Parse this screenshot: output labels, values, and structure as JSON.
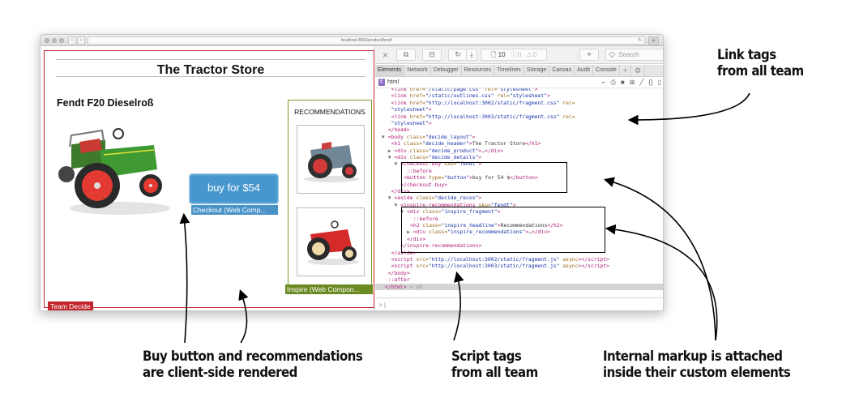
{
  "browser": {
    "url": "localhost:3001/product/fendt",
    "nav_back": "‹",
    "nav_forward": "›",
    "reload_icon": "↻",
    "new_tab_icon": "+"
  },
  "page": {
    "store_title": "The Tractor Store",
    "product_name": "Fendt F20 Dieselroß",
    "buy_button": "buy for $54",
    "checkout_tag": "Checkout (Web Comp...",
    "recommendations_title": "RECOMMENDATIONS",
    "inspire_tag": "Inspire (Web Compon...",
    "team_tag": "Team Decide",
    "colors": {
      "team_decide": "#c0272d",
      "team_checkout": "#4797ce",
      "team_inspire": "#6a8a22"
    },
    "recommendations": [
      {
        "name": "gray-tractor",
        "color": "#6f8796",
        "wheel": "#d33a3a"
      },
      {
        "name": "red-tractor",
        "color": "#d42a2a",
        "wheel": "#f0d9a8"
      }
    ]
  },
  "devtools": {
    "toolbar": {
      "close_icon": "×",
      "resources_count": "10",
      "errors_count": "0",
      "warnings_count": "0",
      "search_placeholder": "Search"
    },
    "tabs": [
      "Elements",
      "Network",
      "Debugger",
      "Resources",
      "Timelines",
      "Storage",
      "Canvas",
      "Audit",
      "Console"
    ],
    "active_tab": "Elements",
    "breadcrumb": "html",
    "console_prompt": ">",
    "dom_lines": [
      {
        "indent": 4,
        "html": "<span class='tag'>&lt;link</span> <span class='attr'>href=</span><span class='val'>\"/static/page.css\"</span> <span class='attr'>rel=</span><span class='val'>\"stylesheet\"</span><span class='tag'>&gt;</span>"
      },
      {
        "indent": 4,
        "html": "<span class='tag'>&lt;link</span> <span class='attr'>href=</span><span class='val'>\"/static/outlines.css\"</span> <span class='attr'>rel=</span><span class='val'>\"stylesheet\"</span><span class='tag'>&gt;</span>"
      },
      {
        "indent": 4,
        "html": "<span class='tag'>&lt;link</span> <span class='attr'>href=</span><span class='val'>\"http://localhost:3002/static/fragment.css\"</span> <span class='attr'>rel=</span>"
      },
      {
        "indent": 4,
        "html": "<span class='val'>\"stylesheet\"</span><span class='tag'>&gt;</span>"
      },
      {
        "indent": 4,
        "html": "<span class='tag'>&lt;link</span> <span class='attr'>href=</span><span class='val'>\"http://localhost:3003/static/fragment.css\"</span> <span class='attr'>rel=</span>"
      },
      {
        "indent": 4,
        "html": "<span class='val'>\"stylesheet\"</span><span class='tag'>&gt;</span>"
      },
      {
        "indent": 3,
        "html": "<span class='tag'>&lt;/head&gt;</span>"
      },
      {
        "indent": 1,
        "html": "<span class='arrow-tri'>▼ </span><span class='tag'>&lt;body</span> <span class='attr'>class=</span><span class='val'>\"decide_layout\"</span><span class='tag'>&gt;</span>"
      },
      {
        "indent": 4,
        "html": "<span class='tag'>&lt;h1</span> <span class='attr'>class=</span><span class='val'>\"decide_header\"</span><span class='tag'>&gt;</span>The Tractor Store<span class='tag'>&lt;/h1&gt;</span>"
      },
      {
        "indent": 3,
        "html": "<span class='arrow-tri'>▶ </span><span class='tag'>&lt;div</span> <span class='attr'>class=</span><span class='val'>\"decide_product\"</span><span class='tag'>&gt;</span>…<span class='tag'>&lt;/div&gt;</span>"
      },
      {
        "indent": 3,
        "html": "<span class='arrow-tri'>▼ </span><span class='tag'>&lt;div</span> <span class='attr'>class=</span><span class='val'>\"decide_details\"</span><span class='tag'>&gt;</span>"
      },
      {
        "indent": 5,
        "html": "<span class='arrow-tri'>▼ </span><span class='tag'>&lt;checkout-buy</span> <span class='attr'>sku=</span><span class='val'>\"fendt\"</span><span class='tag'>&gt;</span>"
      },
      {
        "indent": 9,
        "html": "<span class='pse'>::before</span>"
      },
      {
        "indent": 8,
        "html": "<span class='tag'>&lt;button</span> <span class='attr'>type=</span><span class='val'>\"button\"</span><span class='tag'>&gt;</span>buy for 54 $<span class='tag'>&lt;/button&gt;</span>"
      },
      {
        "indent": 7,
        "html": "<span class='tag'>&lt;/checkout-buy&gt;</span>"
      },
      {
        "indent": 4,
        "html": "<span class='tag'>&lt;/div&gt;</span>"
      },
      {
        "indent": 3,
        "html": "<span class='arrow-tri'>▼ </span><span class='tag'>&lt;aside</span> <span class='attr'>class=</span><span class='val'>\"decide_recos\"</span><span class='tag'>&gt;</span>"
      },
      {
        "indent": 5,
        "html": "<span class='arrow-tri'>▼ </span><span class='tag'>&lt;inspire-recommendations</span> <span class='attr'>sku=</span><span class='val'>\"fendt\"</span><span class='tag'>&gt;</span>"
      },
      {
        "indent": 7,
        "html": "<span class='arrow-tri'>▼ </span><span class='tag'>&lt;div</span> <span class='attr'>class=</span><span class='val'>\"inspire_fragment\"</span><span class='tag'>&gt;</span>"
      },
      {
        "indent": 11,
        "html": "<span class='pse'>::before</span>"
      },
      {
        "indent": 10,
        "html": "<span class='tag'>&lt;h2</span> <span class='attr'>class=</span><span class='val'>\"inspire_headline\"</span><span class='tag'>&gt;</span>Recommendations<span class='tag'>&lt;/h2&gt;</span>"
      },
      {
        "indent": 9,
        "html": "<span class='arrow-tri'>▶ </span><span class='tag'>&lt;div</span> <span class='attr'>class=</span><span class='val'>\"inspire_recommendations\"</span><span class='tag'>&gt;</span>…<span class='tag'>&lt;/div&gt;</span>"
      },
      {
        "indent": 9,
        "html": "<span class='tag'>&lt;/div&gt;</span>"
      },
      {
        "indent": 7,
        "html": "<span class='tag'>&lt;/inspire-recommendations&gt;</span>"
      },
      {
        "indent": 4,
        "html": "<span class='tag'>&lt;/aside&gt;</span>"
      },
      {
        "indent": 4,
        "html": "<span class='tag'>&lt;script</span> <span class='attr'>src=</span><span class='val'>\"http://localhost:3002/static/fragment.js\"</span> <span class='attr'>async</span><span class='tag'>&gt;&lt;/script&gt;</span>"
      },
      {
        "indent": 4,
        "html": "<span class='tag'>&lt;script</span> <span class='attr'>src=</span><span class='val'>\"http://localhost:3003/static/fragment.js\"</span> <span class='attr'>async</span><span class='tag'>&gt;&lt;/script&gt;</span>"
      },
      {
        "indent": 3,
        "html": "<span class='tag'>&lt;/body&gt;</span>"
      },
      {
        "indent": 3,
        "html": "<span class='pse'>::after</span>"
      },
      {
        "indent": 2,
        "html": "<span class='tag'>&lt;/html&gt;</span> <span style='color:#999'>= $0</span>",
        "selected": true
      }
    ]
  },
  "annotations": {
    "link_tags": [
      "Link tags",
      "from all team"
    ],
    "client_side": [
      "Buy button and recommendations",
      "are client-side rendered"
    ],
    "script_tags": [
      "Script tags",
      "from all team"
    ],
    "internal_markup": [
      "Internal markup is attached",
      "inside their custom elements"
    ]
  }
}
